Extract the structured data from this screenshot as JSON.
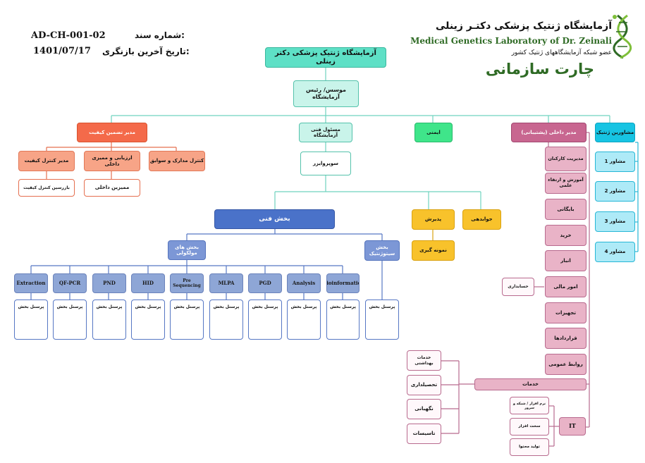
{
  "document": {
    "doc_number_label": "شماره سند:",
    "doc_number": "AD-CH-001-02",
    "revision_label": "تاریخ آخرین بازنگری:",
    "revision_date": "1401/07/17"
  },
  "brand": {
    "name_fa": "آزمایشگاه ژنتیک پزشکی دکتـر زینلی",
    "name_en": "Medical Genetics Laboratory of Dr. Zeinali",
    "tagline": "عضو شبکه آزمایشگاههای ژنتیک کشور",
    "chart_title": "چارت سازمانی",
    "logo_icon": "dna-helix-icon",
    "colors": {
      "teal": "#5ee0c6",
      "green": "#2f6b25",
      "pink": "#c86690",
      "blue": "#4a72c9",
      "orange": "#f46a4a"
    }
  },
  "chart": {
    "top": "آزمایشگاه ژنتیک پزشکی دکتر زینلی",
    "founder": "موسس/ رئیس آزمایشگاه",
    "quality": {
      "head": "مدیر تضمین کیفیت",
      "children": [
        {
          "label": "کنترل مدارک و سوابق"
        },
        {
          "label": "ارزیابی و ممیزی داخلی",
          "sub": "ممیزین داخلی"
        },
        {
          "label": "مدیر کنترل کیفیت",
          "sub": "بازرسین کنترل کیفیت"
        }
      ]
    },
    "technical": {
      "head": "مسئول فنی آزمایشگاه",
      "supervisor": "سوپروایزر",
      "section": "بخش فنی",
      "molecular": "بخش های مولکولی",
      "cytogenetics": "بخش سیتوژنتیک",
      "units": [
        "Bioinformatics",
        "Analysis",
        "PGD",
        "MLPA",
        "Pre Sequencing",
        "HID",
        "PND",
        "QF-PCR",
        "Extraction"
      ],
      "staff": "پرسنل بخش",
      "reception": "پذیرش",
      "results": "جوابدهی",
      "sampling": "نمونه گیری"
    },
    "safety": "ایمنی",
    "internal": {
      "head": "مدیر داخلی (پشتیبانی)",
      "items": [
        "مدیریت کارکنان",
        "آموزش و ارتقاء علمی",
        "بایگانی",
        "خرید",
        "انبار",
        "امور مالی",
        "تجهیزات",
        "قراردادها",
        "روابط عمومی"
      ],
      "accounting": "حسابداری",
      "services": {
        "label": "خدمات",
        "items": [
          "خدمات بهداشتی",
          "تحصیلداری",
          "نگهبانی",
          "تاسیسات"
        ]
      },
      "it": {
        "label": "IT",
        "items": [
          "نرم افزار / شبکه و سرور",
          "سخت افزار",
          "تولید محتوا"
        ]
      }
    },
    "advisors": {
      "head": "مشاورین ژنتیک",
      "items": [
        "مشاور 1",
        "مشاور 2",
        "مشاور 3",
        "مشاور 4"
      ]
    }
  }
}
